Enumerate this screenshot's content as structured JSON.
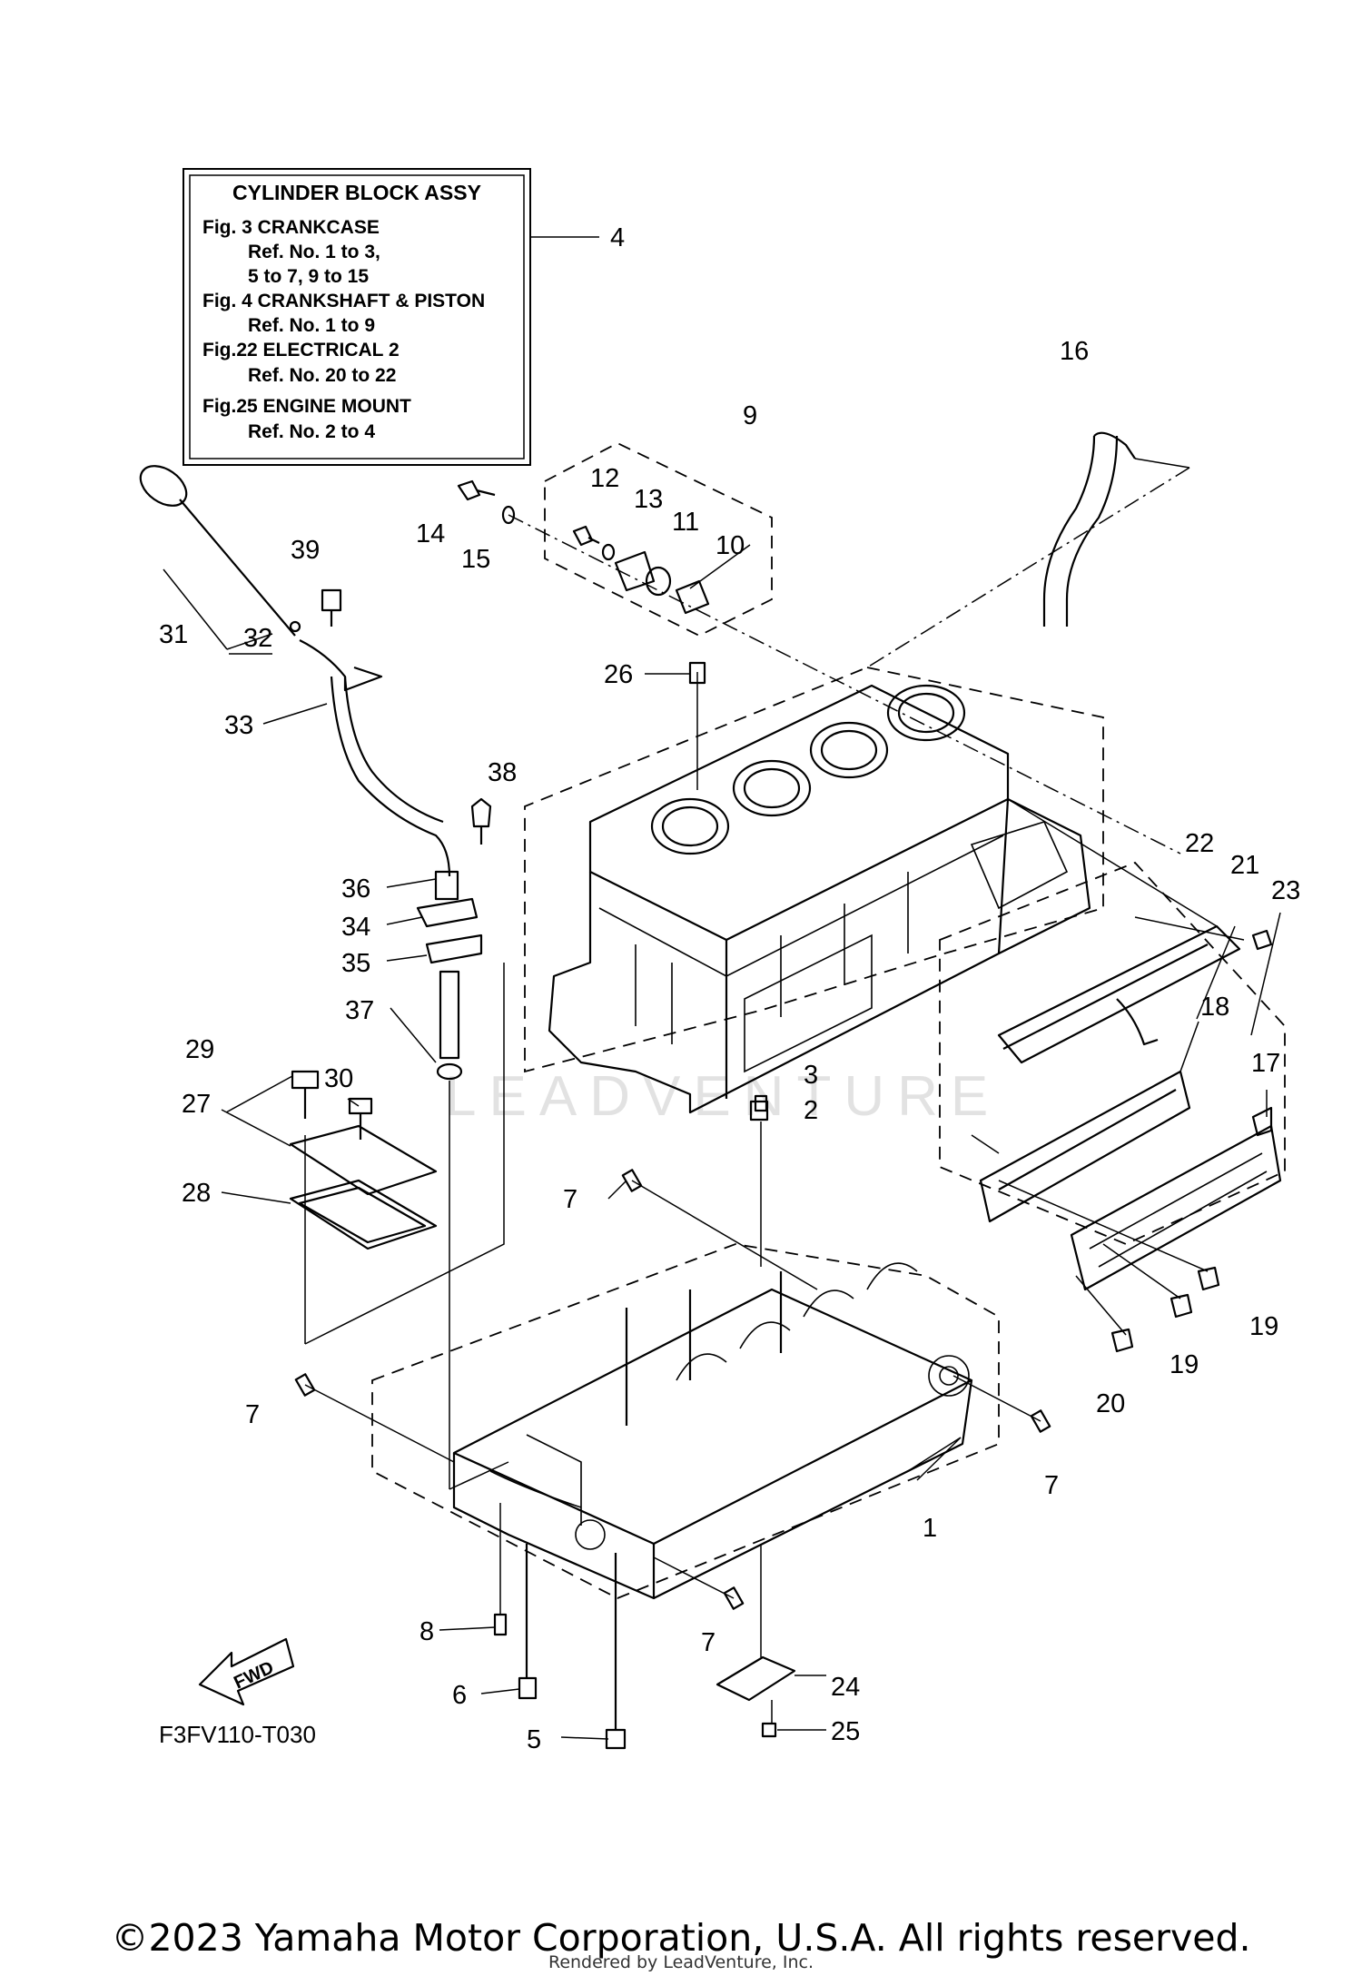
{
  "legend": {
    "title": "CYLINDER BLOCK ASSY",
    "lines": [
      "Fig.  3 CRANKCASE",
      "Ref. No. 1 to 3,",
      "5 to 7, 9 to 15",
      "Fig.  4 CRANKSHAFT & PISTON",
      "Ref. No. 1 to 9",
      "Fig.22 ELECTRICAL 2",
      "Ref. No. 20 to 22",
      "Fig.25 ENGINE MOUNT",
      "Ref. No. 2 to 4"
    ]
  },
  "callouts": {
    "c1": "1",
    "c2": "2",
    "c3": "3",
    "c4": "4",
    "c5": "5",
    "c6": "6",
    "c7a": "7",
    "c7b": "7",
    "c7c": "7",
    "c7d": "7",
    "c8": "8",
    "c9": "9",
    "c10": "10",
    "c11": "11",
    "c12": "12",
    "c13": "13",
    "c14": "14",
    "c15": "15",
    "c16": "16",
    "c17": "17",
    "c18": "18",
    "c19a": "19",
    "c19b": "19",
    "c20": "20",
    "c21": "21",
    "c22": "22",
    "c23": "23",
    "c24": "24",
    "c25": "25",
    "c26": "26",
    "c27": "27",
    "c28": "28",
    "c29": "29",
    "c30": "30",
    "c31": "31",
    "c32": "32",
    "c33": "33",
    "c34": "34",
    "c35": "35",
    "c36": "36",
    "c37": "37",
    "c38": "38",
    "c39": "39"
  },
  "fwd_label": "FWD",
  "figure_code": "F3FV110-T030",
  "watermark": "LEADVENTURE",
  "copyright": "©2023 Yamaha Motor Corporation, U.S.A. All rights reserved.",
  "rendered_by": "Rendered by LeadVenture, Inc."
}
